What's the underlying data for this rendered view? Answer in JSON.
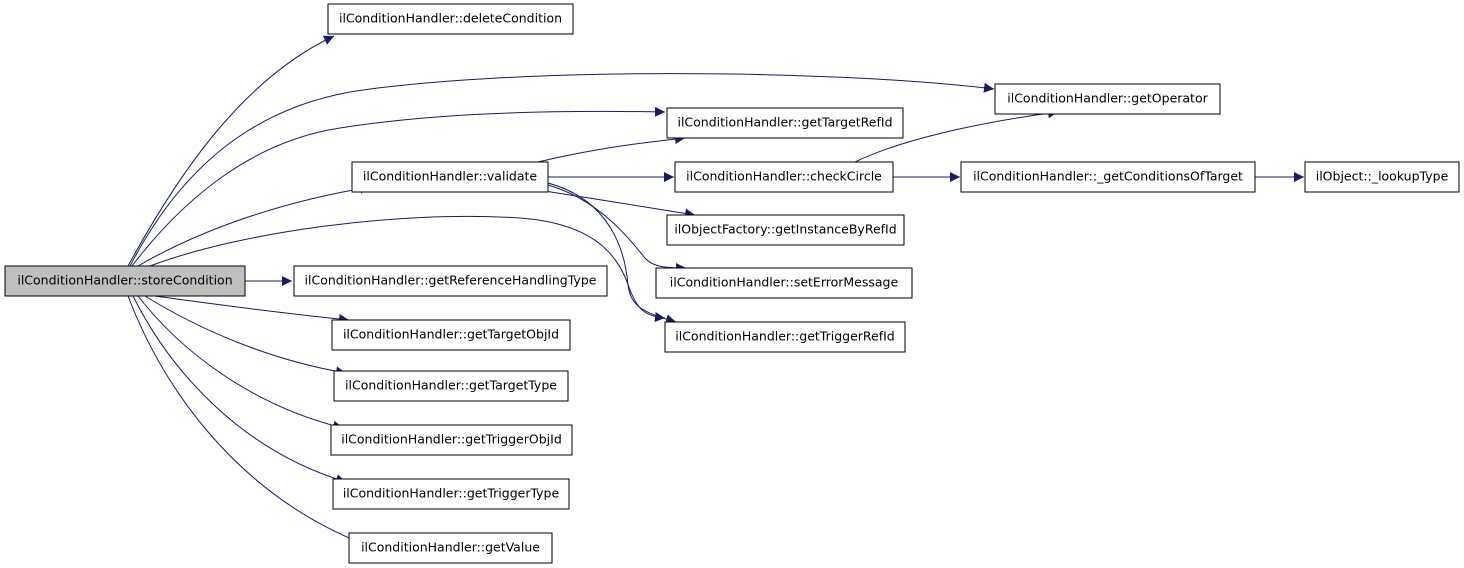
{
  "diagram": {
    "type": "call-graph",
    "colors": {
      "edge": "#191970",
      "root_fill": "#bfbfbf",
      "node_fill": "#ffffff",
      "border": "#000000"
    },
    "root": "ilConditionHandler::storeCondition",
    "nodes": [
      {
        "id": "storeCondition",
        "label": "ilConditionHandler::storeCondition",
        "root": true
      },
      {
        "id": "deleteCondition",
        "label": "ilConditionHandler::deleteCondition"
      },
      {
        "id": "getOperator",
        "label": "ilConditionHandler::getOperator"
      },
      {
        "id": "getTargetRefId",
        "label": "ilConditionHandler::getTargetRefId"
      },
      {
        "id": "validate",
        "label": "ilConditionHandler::validate"
      },
      {
        "id": "checkCircle",
        "label": "ilConditionHandler::checkCircle"
      },
      {
        "id": "getConditionsOfTarget",
        "label": "ilConditionHandler::_getConditionsOfTarget"
      },
      {
        "id": "lookupType",
        "label": "ilObject::_lookupType"
      },
      {
        "id": "getInstanceByRefId",
        "label": "ilObjectFactory::getInstanceByRefId"
      },
      {
        "id": "getReferenceHandlingType",
        "label": "ilConditionHandler::getReferenceHandlingType"
      },
      {
        "id": "setErrorMessage",
        "label": "ilConditionHandler::setErrorMessage"
      },
      {
        "id": "getTargetObjId",
        "label": "ilConditionHandler::getTargetObjId"
      },
      {
        "id": "getTriggerRefId",
        "label": "ilConditionHandler::getTriggerRefId"
      },
      {
        "id": "getTargetType",
        "label": "ilConditionHandler::getTargetType"
      },
      {
        "id": "getTriggerObjId",
        "label": "ilConditionHandler::getTriggerObjId"
      },
      {
        "id": "getTriggerType",
        "label": "ilConditionHandler::getTriggerType"
      },
      {
        "id": "getValue",
        "label": "ilConditionHandler::getValue"
      }
    ],
    "edges": [
      {
        "from": "storeCondition",
        "to": "deleteCondition"
      },
      {
        "from": "storeCondition",
        "to": "getOperator"
      },
      {
        "from": "storeCondition",
        "to": "getTargetRefId"
      },
      {
        "from": "storeCondition",
        "to": "validate"
      },
      {
        "from": "storeCondition",
        "to": "getTriggerRefId"
      },
      {
        "from": "storeCondition",
        "to": "getReferenceHandlingType"
      },
      {
        "from": "storeCondition",
        "to": "getTargetObjId"
      },
      {
        "from": "storeCondition",
        "to": "getTargetType"
      },
      {
        "from": "storeCondition",
        "to": "getTriggerObjId"
      },
      {
        "from": "storeCondition",
        "to": "getTriggerType"
      },
      {
        "from": "storeCondition",
        "to": "getValue"
      },
      {
        "from": "validate",
        "to": "getTargetRefId"
      },
      {
        "from": "validate",
        "to": "checkCircle"
      },
      {
        "from": "validate",
        "to": "getInstanceByRefId"
      },
      {
        "from": "validate",
        "to": "setErrorMessage"
      },
      {
        "from": "validate",
        "to": "getTriggerRefId"
      },
      {
        "from": "checkCircle",
        "to": "getOperator"
      },
      {
        "from": "checkCircle",
        "to": "getConditionsOfTarget"
      },
      {
        "from": "getConditionsOfTarget",
        "to": "lookupType"
      }
    ]
  }
}
